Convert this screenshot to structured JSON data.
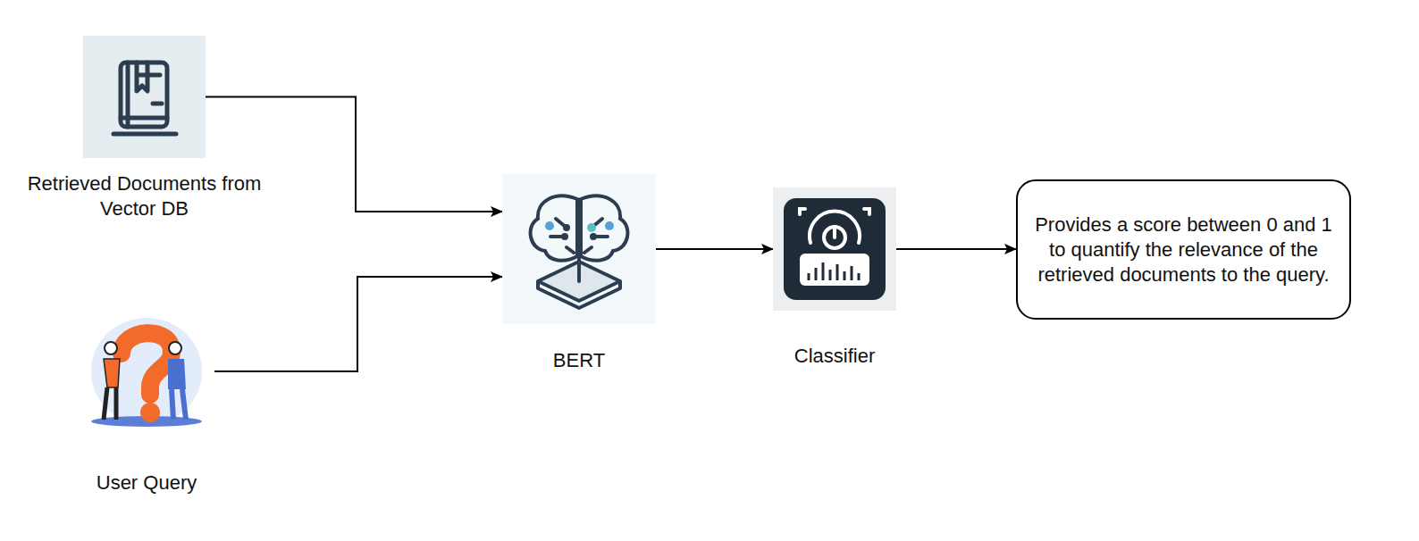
{
  "diagram": {
    "nodes": [
      {
        "text": [
          "Retrieved Documents from Vector DB"
        ]
      },
      {
        "text": [
          "User Query"
        ]
      },
      {
        "text": [
          "BERT"
        ]
      },
      {
        "text": [
          "Classifier"
        ]
      },
      {
        "text": [
          "Provides a score between 0 and 1 to quantify the relevance of the retrieved documents to the query."
        ]
      }
    ],
    "edges": [
      {
        "from": 0,
        "to": 2,
        "arrow": "to"
      },
      {
        "from": 1,
        "to": 2,
        "arrow": "to"
      },
      {
        "from": 2,
        "to": 3,
        "arrow": "to"
      },
      {
        "from": 3,
        "to": 4,
        "arrow": "to"
      }
    ]
  }
}
